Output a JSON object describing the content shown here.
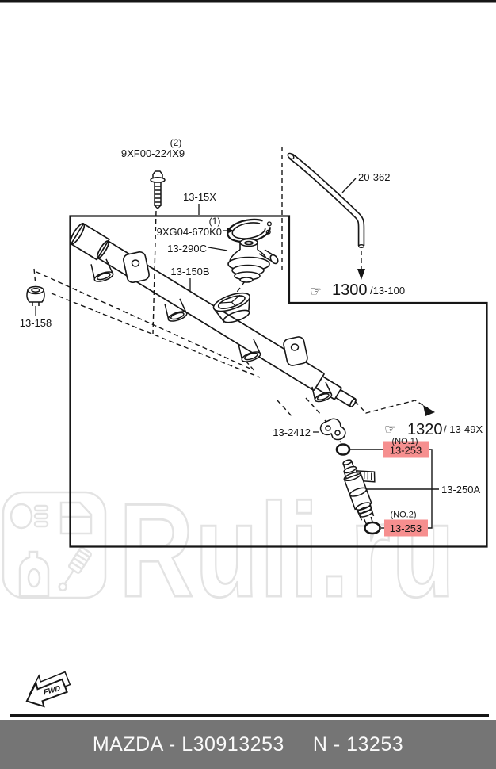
{
  "diagram": {
    "highlight_color": "#f68f8f",
    "labels": {
      "bolt_qty": "(2)",
      "bolt_part": "9XF00-224X9",
      "assembly_ref": "13-15X",
      "snap_ring_qty": "(1)",
      "snap_ring_part": "9XG04-670K0",
      "regulator_part": "13-290C",
      "fuel_rail_part": "13-150B",
      "grommet_part": "13-158",
      "hose_part": "20-362",
      "ref_1300_main": "1300",
      "ref_1300_sub": "/13-100",
      "clip_part": "13-2412",
      "ref_1320_main": "1320",
      "ref_1320_sub": "/ 13-49X",
      "no1": "(NO.1)",
      "oring1_part": "13-253",
      "injector_part": "13-250A",
      "no2": "(NO.2)",
      "oring2_part": "13-253",
      "fwd": "FWD"
    },
    "icons": {
      "pointing_hand": "☞"
    }
  },
  "watermark": {
    "text": "Ruli.ru"
  },
  "footer": {
    "left": "MAZDA - L30913253",
    "right": "N - 13253",
    "bg": "#757575"
  }
}
